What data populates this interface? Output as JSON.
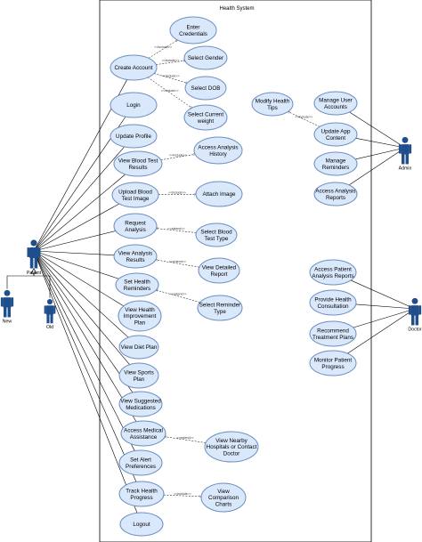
{
  "system": {
    "title": "Health System"
  },
  "actors": [
    {
      "id": "patient",
      "name": "Patient"
    },
    {
      "id": "new",
      "name": "New"
    },
    {
      "id": "old",
      "name": "Old"
    },
    {
      "id": "admin",
      "name": "Admin"
    },
    {
      "id": "doctor",
      "name": "Doctor"
    }
  ],
  "use_cases": [
    {
      "id": "enter-credentials",
      "label": "Enter\nCredentials"
    },
    {
      "id": "create-account",
      "label": "Create Account"
    },
    {
      "id": "select-gender",
      "label": "Select Gender"
    },
    {
      "id": "select-dob",
      "label": "Select DOB"
    },
    {
      "id": "select-weight",
      "label": "Select Current\nweight"
    },
    {
      "id": "login",
      "label": "Login"
    },
    {
      "id": "update-profile",
      "label": "Update Profile"
    },
    {
      "id": "view-blood-test",
      "label": "View Blood Test\nResults"
    },
    {
      "id": "access-analysis-history",
      "label": "Access Analysis\nHistory"
    },
    {
      "id": "upload-blood-test",
      "label": "Upload Blood\nTest Image"
    },
    {
      "id": "attach-image",
      "label": "Attach Image"
    },
    {
      "id": "request-analysis",
      "label": "Request\nAnalysis"
    },
    {
      "id": "select-blood-test-type",
      "label": "Select Blood\nTest Type"
    },
    {
      "id": "view-analysis-results",
      "label": "View Analysis\nResults"
    },
    {
      "id": "view-detailed-report",
      "label": "View Detailed\nReport"
    },
    {
      "id": "set-health-reminders",
      "label": "Set Health\nReminders"
    },
    {
      "id": "select-reminder-type",
      "label": "Select Reminder\nType"
    },
    {
      "id": "view-health-improvement-plan",
      "label": "View Health\nImprovement\nPlan"
    },
    {
      "id": "view-diet-plan",
      "label": "View Diet Plan"
    },
    {
      "id": "view-sports-plan",
      "label": "View Sports\nPlan"
    },
    {
      "id": "view-suggested-medications",
      "label": "View Suggested\nMedications"
    },
    {
      "id": "access-medical-assistance",
      "label": "Access Medical\nAssistance"
    },
    {
      "id": "view-nearby-hospitals",
      "label": "View Nearby\nHospitals or Contact\nDoctor"
    },
    {
      "id": "set-alert-preferences",
      "label": "Set Alert\nPreferences"
    },
    {
      "id": "track-health-progress",
      "label": "Track Health\nProgress"
    },
    {
      "id": "view-comparison-charts",
      "label": "View\nComparison\nCharts"
    },
    {
      "id": "logout",
      "label": "Logout"
    },
    {
      "id": "modify-health-tips",
      "label": "Modify Health\nTips"
    },
    {
      "id": "manage-user-accounts",
      "label": "Manage User\nAccounts"
    },
    {
      "id": "update-app-content",
      "label": "Update App\nContent"
    },
    {
      "id": "manage-reminders",
      "label": "Manage\nReminders"
    },
    {
      "id": "access-analysis-reports",
      "label": "Access Analysis\nReports"
    },
    {
      "id": "access-patient-analysis-reports",
      "label": "Access Patient\nAnalysis Reports"
    },
    {
      "id": "provide-health-consultation",
      "label": "Provide Health\nConsultation"
    },
    {
      "id": "recommend-treatment-plans",
      "label": "Recommend\nTreatment Plans"
    },
    {
      "id": "monitor-patient-progress",
      "label": "Monitor Patient\nProgress"
    }
  ],
  "relationships": [
    {
      "from": "create-account",
      "to": "enter-credentials",
      "label": "<<include>>"
    },
    {
      "from": "create-account",
      "to": "select-gender",
      "label": "<<include>>"
    },
    {
      "from": "create-account",
      "to": "select-dob",
      "label": "<<include>>"
    },
    {
      "from": "create-account",
      "to": "select-weight",
      "label": "<<include>>"
    },
    {
      "from": "view-blood-test",
      "to": "access-analysis-history",
      "label": "<<include>>"
    },
    {
      "from": "upload-blood-test",
      "to": "attach-image",
      "label": "<<include>>"
    },
    {
      "from": "select-blood-test-type",
      "to": "request-analysis",
      "label": "<<extend>>"
    },
    {
      "from": "view-detailed-report",
      "to": "view-analysis-results",
      "label": "<<extend>>"
    },
    {
      "from": "select-reminder-type",
      "to": "set-health-reminders",
      "label": "<<extend>>"
    },
    {
      "from": "view-nearby-hospitals",
      "to": "access-medical-assistance",
      "label": "<<extend>>"
    },
    {
      "from": "track-health-progress",
      "to": "view-comparison-charts",
      "label": "<<include>>"
    },
    {
      "from": "update-app-content",
      "to": "modify-health-tips",
      "label": "<<include>>"
    }
  ],
  "associations": [
    {
      "actor": "patient",
      "use_cases": [
        "create-account",
        "login",
        "update-profile",
        "view-blood-test",
        "upload-blood-test",
        "request-analysis",
        "view-analysis-results",
        "set-health-reminders",
        "view-health-improvement-plan",
        "view-diet-plan",
        "view-sports-plan",
        "view-suggested-medications",
        "access-medical-assistance",
        "set-alert-preferences",
        "track-health-progress",
        "logout"
      ]
    },
    {
      "actor": "admin",
      "use_cases": [
        "manage-user-accounts",
        "update-app-content",
        "manage-reminders",
        "access-analysis-reports"
      ]
    },
    {
      "actor": "doctor",
      "use_cases": [
        "access-patient-analysis-reports",
        "provide-health-consultation",
        "recommend-treatment-plans",
        "monitor-patient-progress"
      ]
    }
  ],
  "generalizations": [
    {
      "child": "new",
      "parent": "patient"
    },
    {
      "child": "old",
      "parent": "patient"
    }
  ]
}
